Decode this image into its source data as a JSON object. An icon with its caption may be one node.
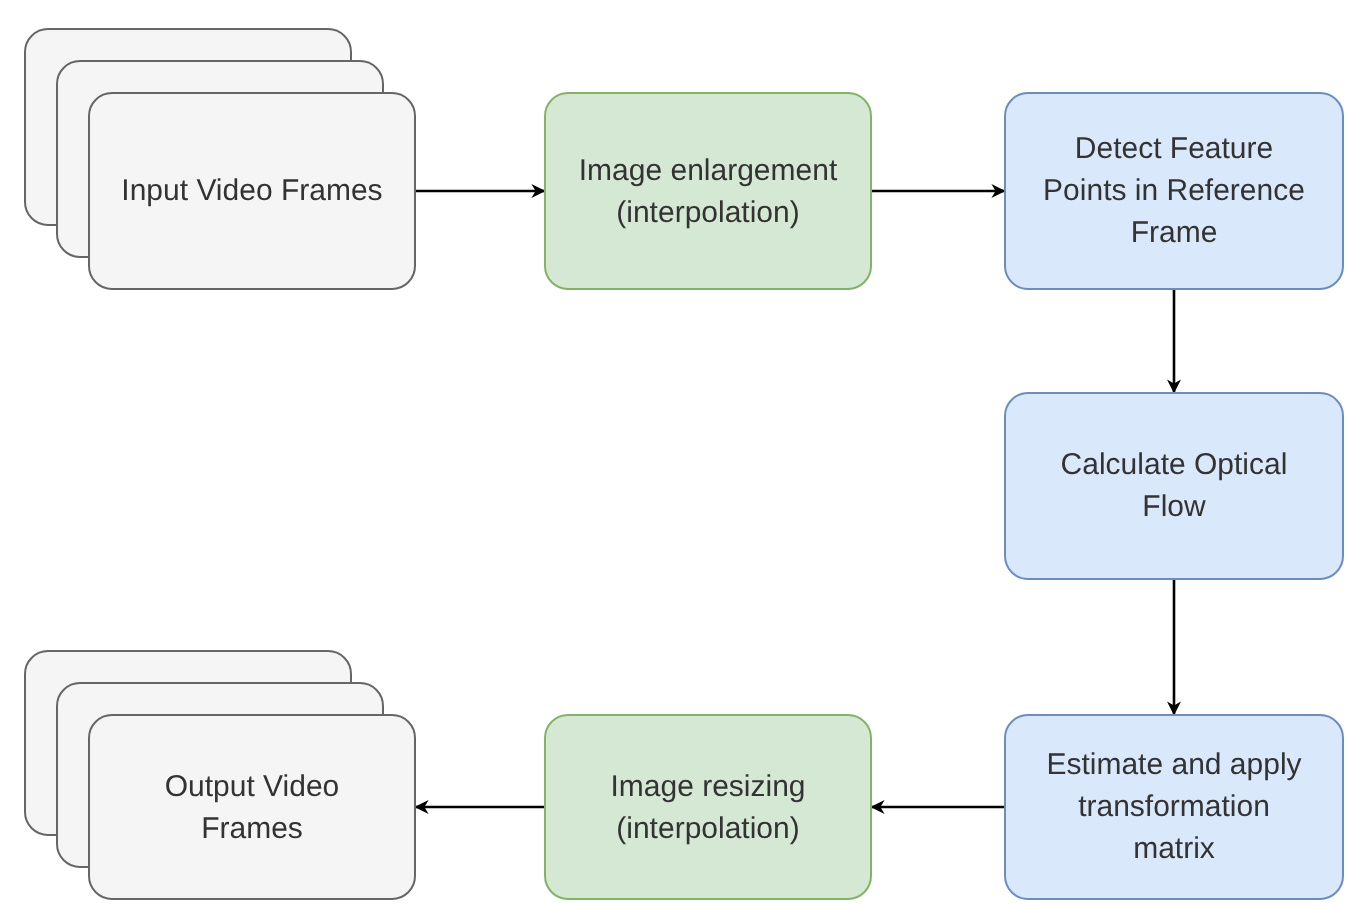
{
  "diagram": {
    "nodes": [
      {
        "text": [
          "Input Video Frames"
        ]
      },
      {
        "text": [
          "Image enlargement (interpolation)"
        ]
      },
      {
        "text": [
          "Detect Feature Points in Reference Frame"
        ]
      },
      {
        "text": [
          "Calculate Optical Flow"
        ]
      },
      {
        "text": [
          "Estimate and apply transformation matrix"
        ]
      },
      {
        "text": [
          "Image resizing (interpolation)"
        ]
      },
      {
        "text": [
          "Output Video Frames"
        ]
      }
    ],
    "edges": [
      {
        "from": 0,
        "to": 1,
        "arrow": "to"
      },
      {
        "from": 1,
        "to": 2,
        "arrow": "to"
      },
      {
        "from": 2,
        "to": 3,
        "arrow": "to"
      },
      {
        "from": 3,
        "to": 4,
        "arrow": "to"
      },
      {
        "from": 4,
        "to": 5,
        "arrow": "to"
      },
      {
        "from": 5,
        "to": 6,
        "arrow": "to"
      }
    ]
  }
}
